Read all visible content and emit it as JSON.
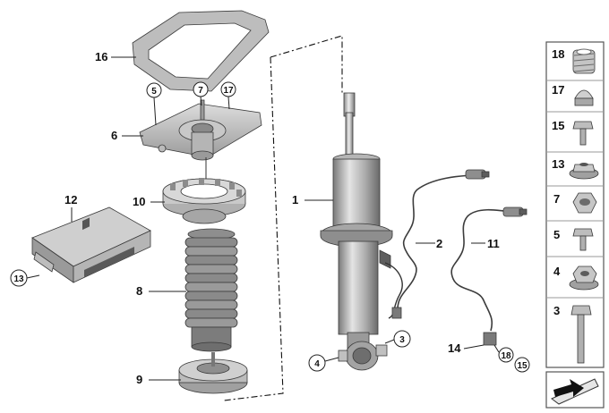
{
  "callouts": {
    "c1": "1",
    "c2": "2",
    "c3": "3",
    "c4": "4",
    "c5": "5",
    "c6": "6",
    "c7": "7",
    "c8": "8",
    "c9": "9",
    "c10": "10",
    "c11": "11",
    "c12": "12",
    "c13": "13",
    "c14": "14",
    "c15": "15",
    "c16": "16",
    "c17": "17",
    "c18": "18"
  },
  "sidebar": {
    "items": [
      "18",
      "17",
      "15",
      "13",
      "7",
      "5",
      "4",
      "3"
    ]
  },
  "colors": {
    "part_light": "#d2d2d2",
    "part_mid": "#a8a8a8",
    "part_dark": "#6c6c6c",
    "panel_border": "#555555",
    "divider": "#9a9a9a"
  },
  "icons": {
    "corner": "arrow-ramp-icon"
  }
}
